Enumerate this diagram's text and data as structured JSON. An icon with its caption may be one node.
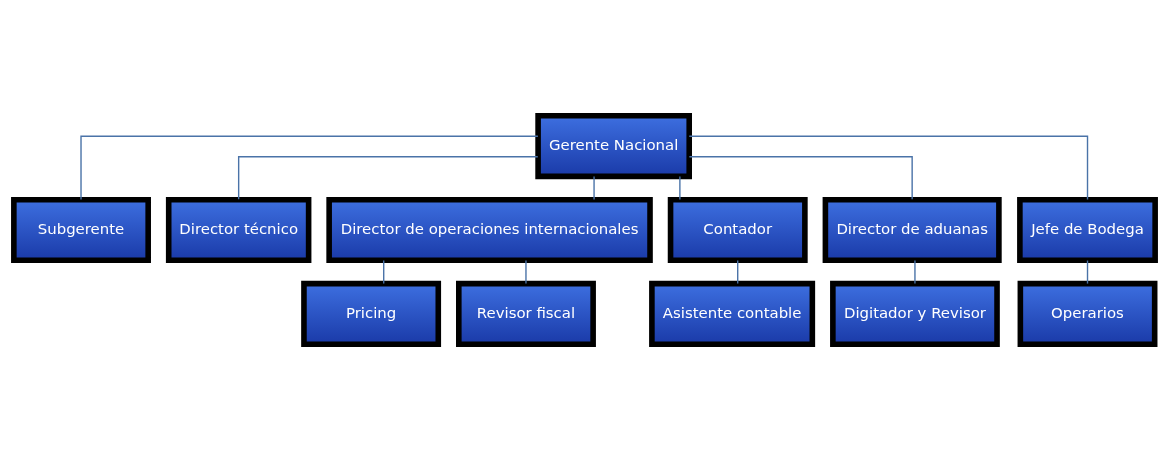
{
  "diagram": {
    "nodes": [
      {
        "text": [
          "Gerente Nacional"
        ]
      },
      {
        "text": [
          "Subgerente"
        ]
      },
      {
        "text": [
          "Director técnico"
        ]
      },
      {
        "text": [
          "Director de operaciones internacionales"
        ]
      },
      {
        "text": [
          "Contador"
        ]
      },
      {
        "text": [
          "Director de aduanas"
        ]
      },
      {
        "text": [
          "Jefe de Bodega"
        ]
      },
      {
        "text": [
          "Pricing"
        ]
      },
      {
        "text": [
          "Revisor fiscal"
        ]
      },
      {
        "text": [
          "Asistente contable"
        ]
      },
      {
        "text": [
          "Digitador y Revisor"
        ]
      },
      {
        "text": [
          "Operarios"
        ]
      }
    ],
    "edges": [
      {
        "from": 0,
        "to": 1,
        "arrow": "none"
      },
      {
        "from": 0,
        "to": 2,
        "arrow": "none"
      },
      {
        "from": 0,
        "to": 3,
        "arrow": "none"
      },
      {
        "from": 0,
        "to": 4,
        "arrow": "none"
      },
      {
        "from": 0,
        "to": 5,
        "arrow": "none"
      },
      {
        "from": 0,
        "to": 6,
        "arrow": "none"
      },
      {
        "from": 3,
        "to": 7,
        "arrow": "none"
      },
      {
        "from": 3,
        "to": 8,
        "arrow": "none"
      },
      {
        "from": 4,
        "to": 9,
        "arrow": "none"
      },
      {
        "from": 5,
        "to": 10,
        "arrow": "none"
      },
      {
        "from": 6,
        "to": 11,
        "arrow": "none"
      }
    ]
  }
}
